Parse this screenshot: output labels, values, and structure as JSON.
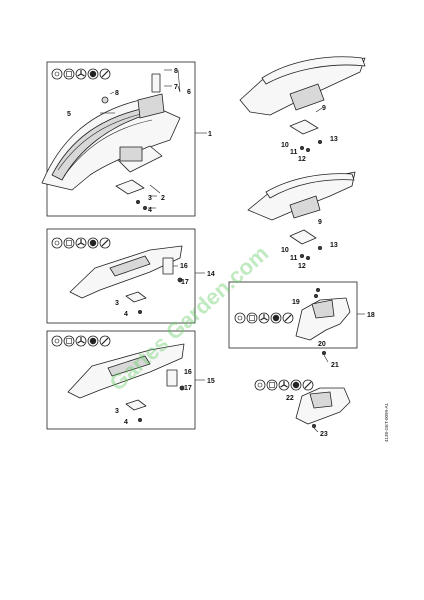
{
  "diagram": {
    "callouts": {
      "c1": "1",
      "c2": "2",
      "c3": "3",
      "c4": "4",
      "c5": "5",
      "c6": "6",
      "c7": "7",
      "c8": "8",
      "c8b": "8",
      "c9a": "9",
      "c9b": "9",
      "c10a": "10",
      "c10b": "10",
      "c11a": "11",
      "c11b": "11",
      "c12a": "12",
      "c12b": "12",
      "c13a": "13",
      "c13b": "13",
      "c14": "14",
      "c16a": "16",
      "c17a": "17",
      "c3b": "3",
      "c4b": "4",
      "c15": "15",
      "c16b": "16",
      "c17b": "17",
      "c3c": "3",
      "c4c": "4",
      "c18": "18",
      "c19": "19",
      "c20": "20",
      "c21": "21",
      "c22": "22",
      "c23": "23"
    },
    "drawing_code": "4138-GET-0099-A1",
    "watermark": "Gartes Garden.com",
    "icon_names": [
      "cutting-head-icon",
      "mowing-head-icon",
      "grass-blade-icon",
      "circular-saw-icon",
      "brush-knife-icon"
    ]
  }
}
